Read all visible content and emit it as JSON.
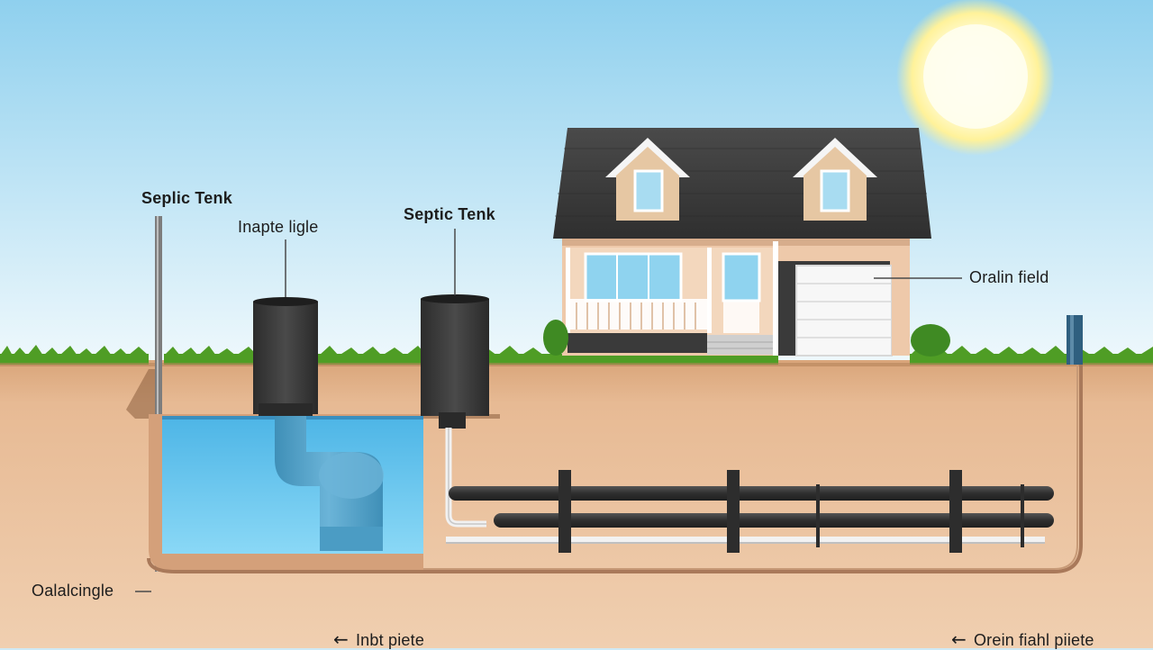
{
  "labels": {
    "septic_tank_left": "Seplic Tenk",
    "inside_pipe": "Inapte ligle",
    "septic_tank_right": "Septic Tenk",
    "drain_field": "Oralin field",
    "drainage_left": "Oalalcingle",
    "inlet_pipe": "Inbt piete",
    "drain_field_pipe": "Orein fiahl piiete"
  },
  "arrows": {
    "left_arrow": "←"
  },
  "colors": {
    "sky_top": "#8fd0ee",
    "sky_bottom": "#e9f6fb",
    "grass": "#4f9d25",
    "soil": "#e6b891",
    "tank_water": "#5ec1ec",
    "roof": "#3e3e3e",
    "tank_lid": "#3a3a3a",
    "pipe": "#3a3a3a"
  }
}
